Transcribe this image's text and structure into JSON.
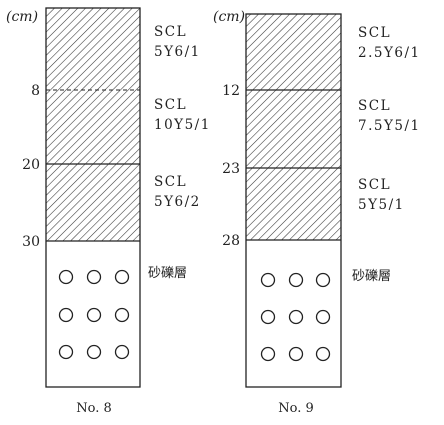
{
  "columns": [
    {
      "unit": "(cm)",
      "name": "No. 8",
      "layers": [
        {
          "texture": "SCL",
          "color": "5Y6/1"
        },
        {
          "texture": "SCL",
          "color": "10Y5/1"
        },
        {
          "texture": "SCL",
          "color": "5Y6/2"
        }
      ],
      "boundaries": [
        "8",
        "20",
        "30"
      ],
      "gravel_label": "砂礫層"
    },
    {
      "unit": "(cm)",
      "name": "No. 9",
      "layers": [
        {
          "texture": "SCL",
          "color": "2.5Y6/1"
        },
        {
          "texture": "SCL",
          "color": "7.5Y5/1"
        },
        {
          "texture": "SCL",
          "color": "5Y5/1"
        }
      ],
      "boundaries": [
        "12",
        "23",
        "28"
      ],
      "gravel_label": "砂礫層"
    }
  ]
}
